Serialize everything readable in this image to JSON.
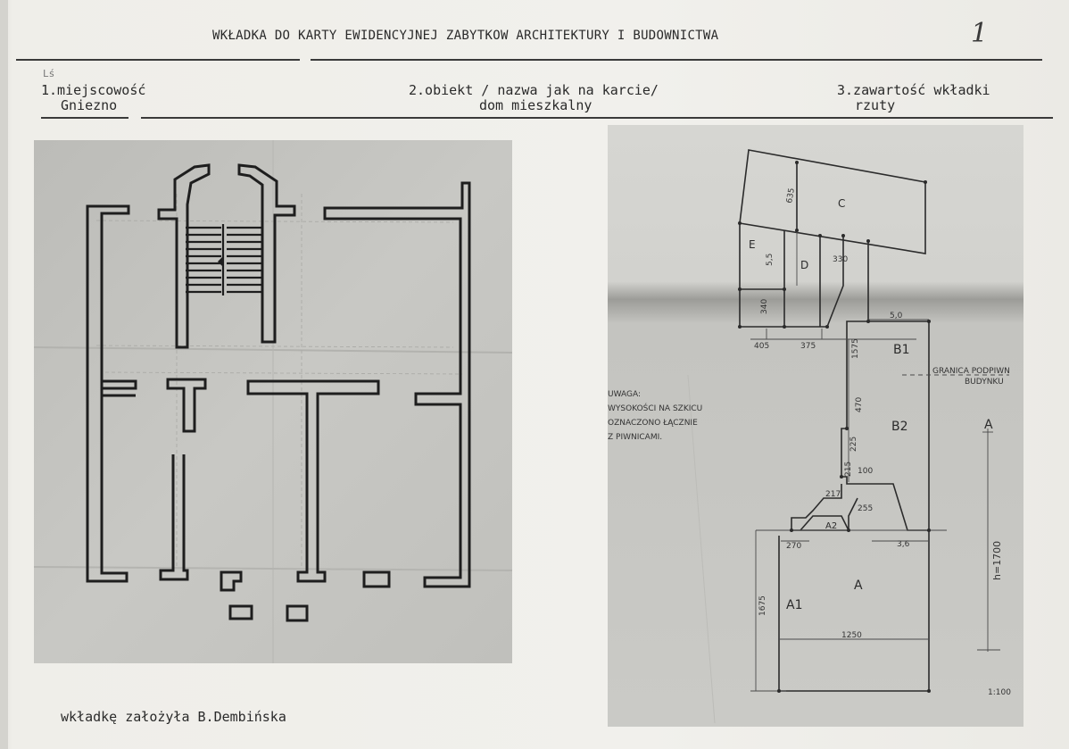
{
  "header": {
    "title": "WKŁADKA DO KARTY EWIDENCYJNEJ ZABYTKOW ARCHITEKTURY I BUDOWNICTWA",
    "page_number": "1"
  },
  "fields": {
    "marker": "Lś",
    "locality_label": "1.miejscowość",
    "locality_value": "Gniezno",
    "object_label": "2.obiekt / nazwa jak na karcie/",
    "object_value": "dom mieszkalny",
    "content_label": "3.zawartość wkładki",
    "content_value": "rzuty"
  },
  "plan_right": {
    "labels": {
      "c": "C",
      "d": "D",
      "e": "E",
      "b1": "B1",
      "b2": "B2",
      "a": "A",
      "a1": "A1",
      "a2": "A2",
      "axis_a": "A"
    },
    "dims": {
      "d635": "635",
      "d55": "5,5",
      "d330": "330",
      "d340": "340",
      "d405": "405",
      "d375": "375",
      "d50": "5,0",
      "d1575": "1575",
      "d470": "470",
      "d225": "225",
      "d215": "215",
      "d100": "100",
      "d217": "217",
      "d255": "255",
      "d270": "270",
      "d36": "3,6",
      "d1250": "1250",
      "d1675": "1675",
      "total": "h=1700"
    },
    "boundary_line1": "GRANICA PODPIWN",
    "boundary_line2": "BUDYNKU",
    "note": [
      "UWAGA:",
      "WYSOKOŚCI NA SZKICU",
      "OZNACZONO ŁĄCZNIE",
      "Z PIWNICAMI."
    ],
    "scale": "1:100"
  },
  "footer": {
    "text": "wkładkę założyła B.Dembińska"
  }
}
